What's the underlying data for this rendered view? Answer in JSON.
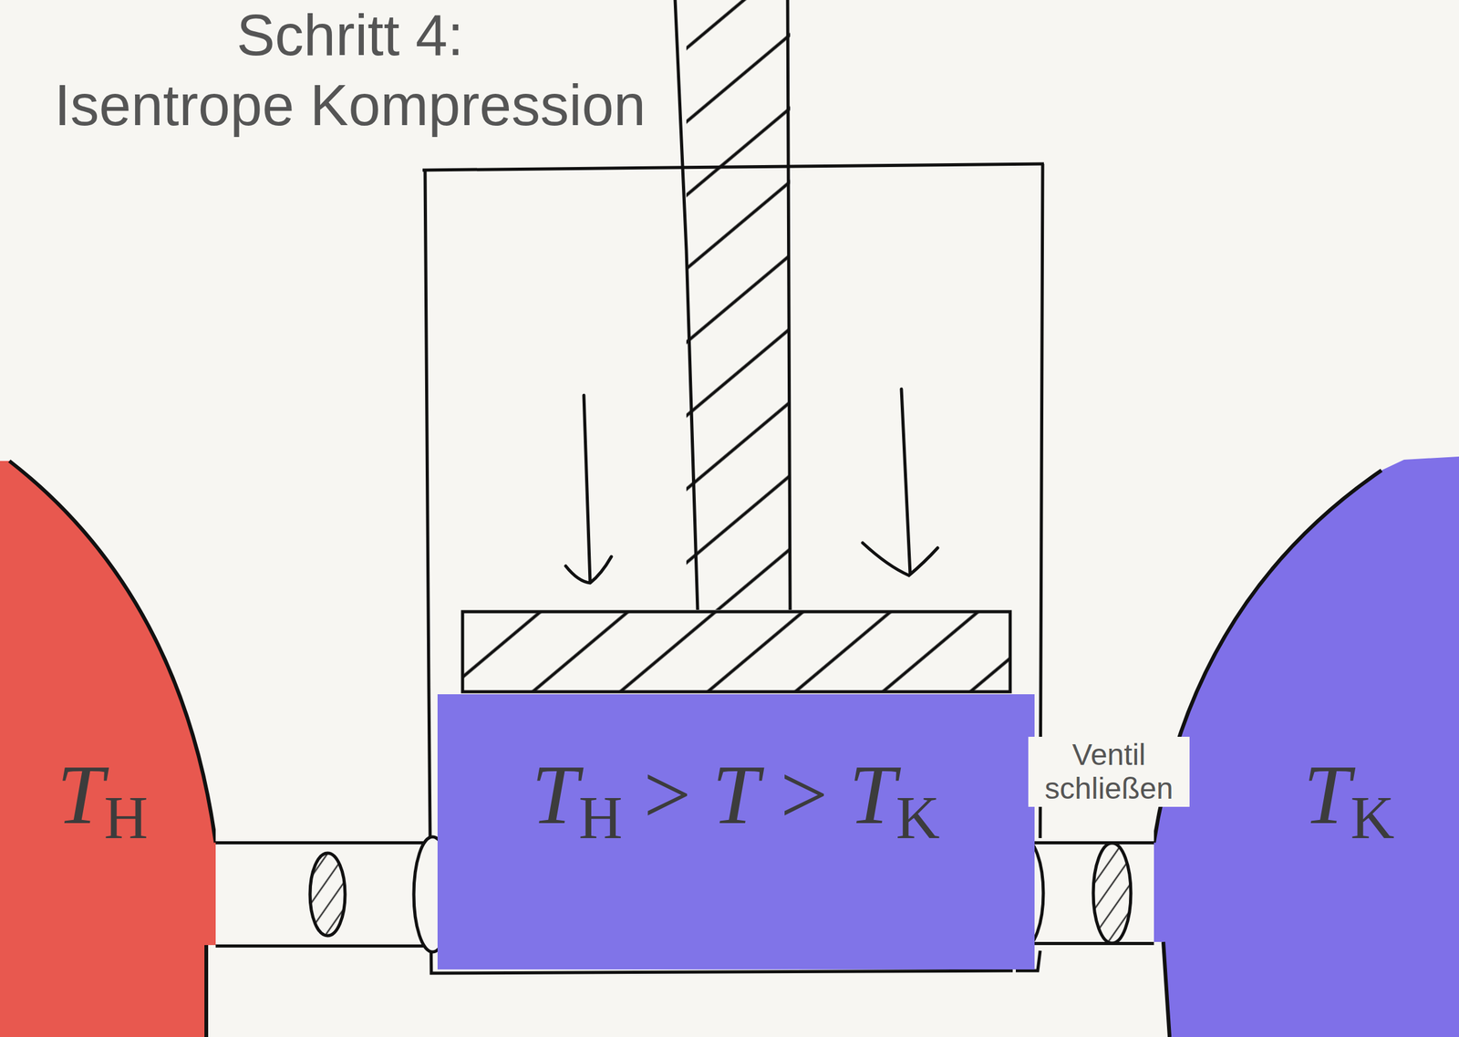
{
  "diagram": {
    "title": "Schritt 4: Isentrope Kompression",
    "nodes": [
      {
        "text": [
          "TH"
        ]
      },
      {
        "text": [
          "TH > T > TK"
        ]
      },
      {
        "text": [
          "TK"
        ]
      }
    ],
    "edges": [
      {
        "from": 0,
        "to": 1,
        "arrow": "none"
      },
      {
        "from": 1,
        "to": 2,
        "arrow": "none"
      }
    ],
    "labels": [
      "Ventil schließen"
    ]
  }
}
